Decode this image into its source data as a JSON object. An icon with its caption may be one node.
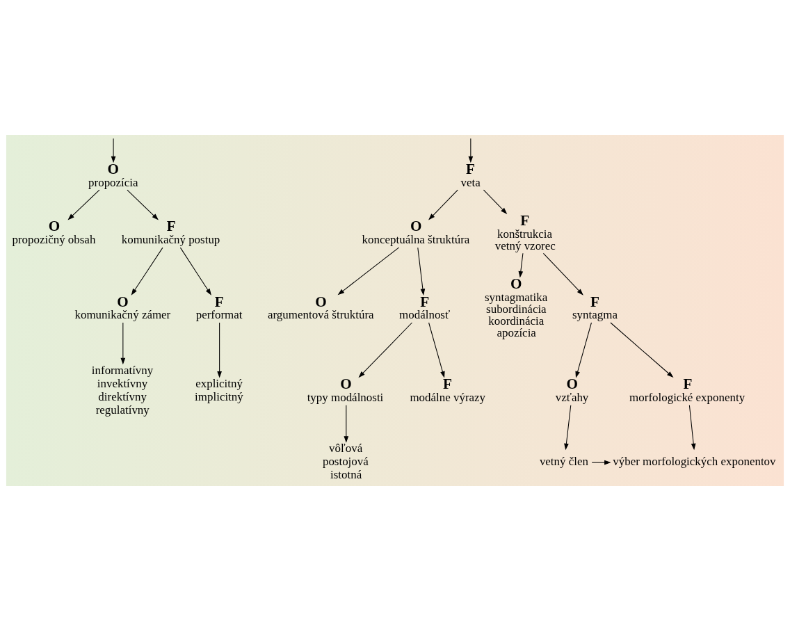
{
  "diagram": {
    "nodes": [
      {
        "text": [
          "O",
          "propozícia"
        ]
      },
      {
        "text": [
          "F",
          "veta"
        ]
      },
      {
        "text": [
          "O",
          "propozičný obsah"
        ]
      },
      {
        "text": [
          "F",
          "komunikačný postup"
        ]
      },
      {
        "text": [
          "O",
          "konceptuálna štruktúra"
        ]
      },
      {
        "text": [
          "F",
          "konštrukcia",
          "vetný vzorec"
        ]
      },
      {
        "text": [
          "O",
          "komunikačný zámer"
        ]
      },
      {
        "text": [
          "F",
          "performat"
        ]
      },
      {
        "text": [
          "O",
          "argumentová štruktúra"
        ]
      },
      {
        "text": [
          "F",
          "modálnosť"
        ]
      },
      {
        "text": [
          "O",
          "syntagmatika",
          "subordinácia",
          "koordinácia",
          "apozícia"
        ]
      },
      {
        "text": [
          "F",
          "syntagma"
        ]
      },
      {
        "text": [
          "informatívny",
          "invektívny",
          "direktívny",
          "regulatívny"
        ]
      },
      {
        "text": [
          "explicitný",
          "implicitný"
        ]
      },
      {
        "text": [
          "O",
          "typy modálnosti"
        ]
      },
      {
        "text": [
          "F",
          "modálne výrazy"
        ]
      },
      {
        "text": [
          "O",
          "vzťahy"
        ]
      },
      {
        "text": [
          "F",
          "morfologické exponenty"
        ]
      },
      {
        "text": [
          "vôľová",
          "postojová",
          "istotná"
        ]
      },
      {
        "text": [
          "vetný člen"
        ]
      },
      {
        "text": [
          "výber morfologických exponentov"
        ]
      }
    ],
    "edges": [
      {
        "from": null,
        "to": 0,
        "arrow": "to"
      },
      {
        "from": null,
        "to": 1,
        "arrow": "to"
      },
      {
        "from": 0,
        "to": 2,
        "arrow": "to"
      },
      {
        "from": 0,
        "to": 3,
        "arrow": "to"
      },
      {
        "from": 1,
        "to": 4,
        "arrow": "to"
      },
      {
        "from": 1,
        "to": 5,
        "arrow": "to"
      },
      {
        "from": 3,
        "to": 6,
        "arrow": "to"
      },
      {
        "from": 3,
        "to": 7,
        "arrow": "to"
      },
      {
        "from": 4,
        "to": 8,
        "arrow": "to"
      },
      {
        "from": 4,
        "to": 9,
        "arrow": "to"
      },
      {
        "from": 5,
        "to": 10,
        "arrow": "to"
      },
      {
        "from": 5,
        "to": 11,
        "arrow": "to"
      },
      {
        "from": 6,
        "to": 12,
        "arrow": "to"
      },
      {
        "from": 7,
        "to": 13,
        "arrow": "to"
      },
      {
        "from": 9,
        "to": 14,
        "arrow": "to"
      },
      {
        "from": 9,
        "to": 15,
        "arrow": "to"
      },
      {
        "from": 11,
        "to": 16,
        "arrow": "to"
      },
      {
        "from": 11,
        "to": 17,
        "arrow": "to"
      },
      {
        "from": 14,
        "to": 18,
        "arrow": "to"
      },
      {
        "from": 16,
        "to": 19,
        "arrow": "to"
      },
      {
        "from": 17,
        "to": 20,
        "arrow": "to"
      },
      {
        "from": 19,
        "to": 20,
        "arrow": "to"
      }
    ]
  }
}
